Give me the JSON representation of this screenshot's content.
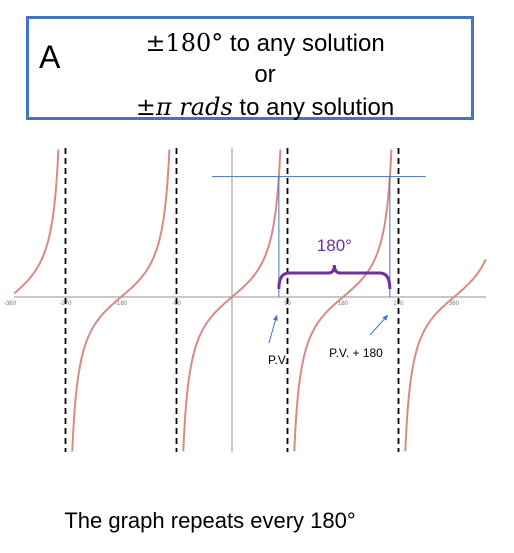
{
  "hint_box": {
    "letter": "A",
    "line1_symbol": "±180°",
    "line1_text": " to any solution",
    "line2": "or",
    "line3_symbol": "±π rads",
    "line3_text": " to any solution"
  },
  "chart_data": {
    "type": "line",
    "function": "tan",
    "x_tick_labels": [
      "-360",
      "-270",
      "-180",
      "-90",
      "0",
      "90",
      "180",
      "270",
      "360"
    ],
    "x_tick_values": [
      -360,
      -270,
      -180,
      -90,
      0,
      90,
      180,
      270,
      360
    ],
    "asymptotes": [
      -270,
      -90,
      90,
      270
    ],
    "xlim": [
      -360,
      400
    ],
    "grid": false,
    "colors": {
      "curve": "#d98a86",
      "hline": "#4472c4",
      "brace": "#7030a0",
      "arrow": "#4472c4",
      "axis": "#a6a6a6"
    },
    "period_label": "180°",
    "principal_value_x": 76,
    "annotations": [
      {
        "text": "P.V.",
        "x": 76
      },
      {
        "text": "P.V. + 180",
        "x": 256
      }
    ]
  },
  "caption": "The graph repeats every 180°"
}
